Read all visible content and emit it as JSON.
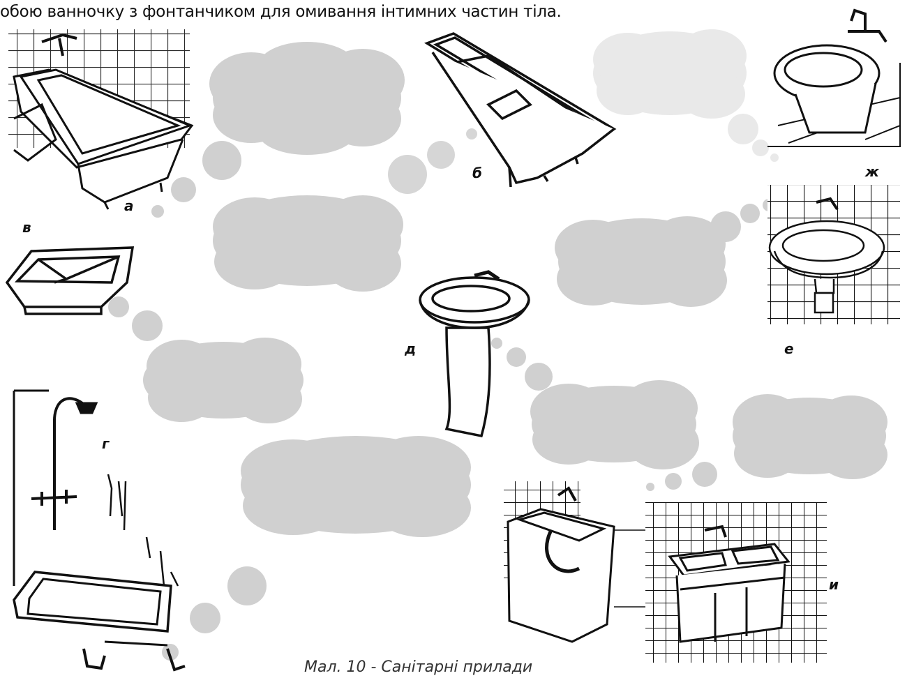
{
  "top_text": "обою ванночку з фонтанчиком для омивання інтимних частин тіла.",
  "caption": "Мал. 10 - Санітарні прилади",
  "labels": {
    "a": "а",
    "b": "б",
    "v": "в",
    "g": "г",
    "d": "д",
    "e": "е",
    "zh": "ж",
    "i": "и"
  },
  "colors": {
    "bubble_dark": "#d0d0d0",
    "bubble_light": "#e9e9e9",
    "dots": "#c6c6c6",
    "ink": "#111111"
  }
}
